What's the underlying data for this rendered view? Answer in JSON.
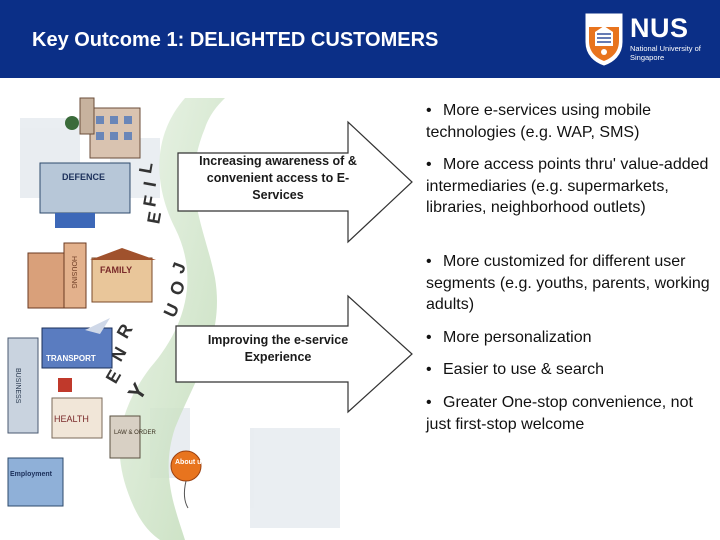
{
  "header": {
    "title": "Key Outcome 1: DELIGHTED CUSTOMERS",
    "logo_text": "NUS",
    "logo_subtitle": "National University of Singapore",
    "background_color": "#0b2f87"
  },
  "illustration": {
    "journey_letters": [
      "L",
      "I",
      "F",
      "E",
      "J",
      "O",
      "U",
      "R",
      "N",
      "E",
      "Y"
    ],
    "building_labels": {
      "defence": "DEFENCE",
      "family": "FAMILY",
      "housing": "HOUSING",
      "transport": "TRANSPORT",
      "business": "BUSINESS",
      "health": "HEALTH",
      "law_order": "LAW & ORDER",
      "employment": "Employment",
      "about_us": "About us"
    }
  },
  "arrows": [
    {
      "label": "Increasing awareness of & convenient access to E-Services"
    },
    {
      "label": "Improving the e-service Experience"
    }
  ],
  "bullets": [
    {
      "marker": "•",
      "text": "More e-services using mobile technologies (e.g. WAP, SMS)"
    },
    {
      "marker": "•",
      "text": "More access points thru' value-added intermediaries (e.g. supermarkets, libraries, neighborhood outlets)"
    },
    {
      "marker": "•",
      "text": "More customized for different user segments (e.g. youths, parents, working adults)"
    },
    {
      "marker": "•",
      "text": "More personalization"
    },
    {
      "marker": "•",
      "text": "Easier to use & search"
    },
    {
      "marker": "•",
      "text": "Greater One-stop convenience, not just first-stop welcome"
    }
  ],
  "colors": {
    "arrow_fill": "#ffffff",
    "arrow_stroke": "#333333",
    "path_green": "#cfe3c8",
    "brand_orange": "#e8741e"
  }
}
